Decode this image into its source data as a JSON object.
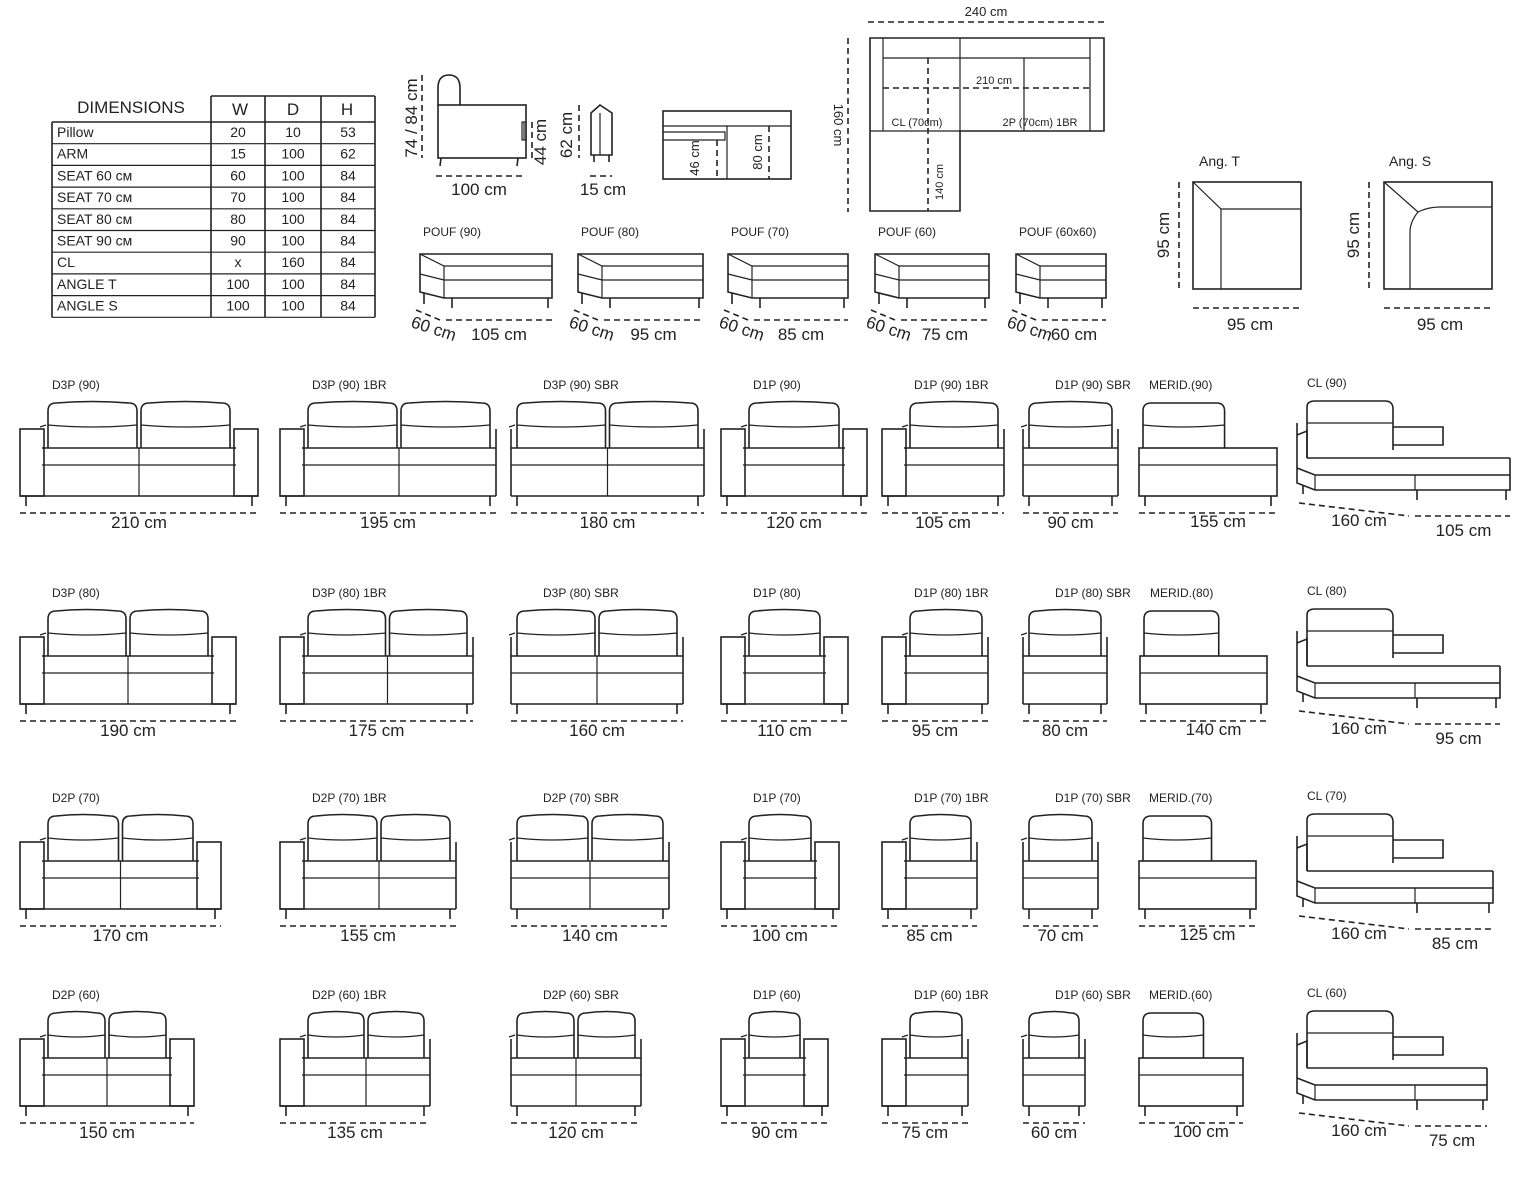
{
  "table": {
    "title": "DIMENSIONS",
    "columns": [
      "W",
      "D",
      "H"
    ],
    "rows": [
      {
        "name": "Pillow",
        "w": "20",
        "d": "10",
        "h": "53"
      },
      {
        "name": "ARM",
        "w": "15",
        "d": "100",
        "h": "62"
      },
      {
        "name": "SEAT 60 см",
        "w": "60",
        "d": "100",
        "h": "84"
      },
      {
        "name": "SEAT 70 см",
        "w": "70",
        "d": "100",
        "h": "84"
      },
      {
        "name": "SEAT 80 см",
        "w": "80",
        "d": "100",
        "h": "84"
      },
      {
        "name": "SEAT 90 см",
        "w": "90",
        "d": "100",
        "h": "84"
      },
      {
        "name": "CL",
        "w": "x",
        "d": "160",
        "h": "84"
      },
      {
        "name": "ANGLE T",
        "w": "100",
        "d": "100",
        "h": "84"
      },
      {
        "name": "ANGLE S",
        "w": "100",
        "d": "100",
        "h": "84"
      }
    ]
  },
  "side_view": {
    "height": "74 / 84 cm",
    "seat_height": "44 cm",
    "depth": "100 cm"
  },
  "arm_view": {
    "height": "62 cm",
    "width": "15 cm"
  },
  "section_view": {
    "seat": "46 cm",
    "back": "80 cm"
  },
  "corner_plan": {
    "width": "240 cm",
    "depth": "160 cm",
    "inner_width": "210 cm",
    "inner_depth": "140 cm",
    "left_label": "CL (70cm)",
    "right_label": "2P (70cm) 1BR"
  },
  "poufs": [
    {
      "label": "POUF (90)",
      "depth": "60 cm",
      "width": "105 cm"
    },
    {
      "label": "POUF (80)",
      "depth": "60 cm",
      "width": "95 cm"
    },
    {
      "label": "POUF (70)",
      "depth": "60 cm",
      "width": "85 cm"
    },
    {
      "label": "POUF (60)",
      "depth": "60 cm",
      "width": "75 cm"
    },
    {
      "label": "POUF (60x60)",
      "depth": "60 cm",
      "width": "60 cm"
    }
  ],
  "angles": [
    {
      "label": "Ang. T",
      "height": "95 cm",
      "width": "95 cm"
    },
    {
      "label": "Ang. S",
      "height": "95 cm",
      "width": "95 cm"
    }
  ],
  "rows": [
    [
      {
        "label": "D3P (90)",
        "width": "210 cm"
      },
      {
        "label": "D3P (90) 1BR",
        "width": "195 cm"
      },
      {
        "label": "D3P (90) SBR",
        "width": "180 cm"
      },
      {
        "label": "D1P (90)",
        "width": "120 cm"
      },
      {
        "label": "D1P (90) 1BR",
        "width": "105 cm"
      },
      {
        "label": "D1P (90) SBR",
        "width": "90 cm"
      },
      {
        "label": "MERID.(90)",
        "width": "155 cm"
      },
      {
        "label": "CL (90)",
        "depth": "160 cm",
        "width": "105 cm"
      }
    ],
    [
      {
        "label": "D3P (80)",
        "width": "190 cm"
      },
      {
        "label": "D3P (80) 1BR",
        "width": "175 cm"
      },
      {
        "label": "D3P (80) SBR",
        "width": "160 cm"
      },
      {
        "label": "D1P (80)",
        "width": "110 cm"
      },
      {
        "label": "D1P (80) 1BR",
        "width": "95 cm"
      },
      {
        "label": "D1P (80) SBR",
        "width": "80 cm"
      },
      {
        "label": "MERID.(80)",
        "width": "140 cm"
      },
      {
        "label": "CL (80)",
        "depth": "160 cm",
        "width": "95 cm"
      }
    ],
    [
      {
        "label": "D2P (70)",
        "width": "170 cm"
      },
      {
        "label": "D2P (70) 1BR",
        "width": "155 cm"
      },
      {
        "label": "D2P (70) SBR",
        "width": "140 cm"
      },
      {
        "label": "D1P (70)",
        "width": "100 cm"
      },
      {
        "label": "D1P (70) 1BR",
        "width": "85 cm"
      },
      {
        "label": "D1P (70) SBR",
        "width": "70 cm"
      },
      {
        "label": "MERID.(70)",
        "width": "125 cm"
      },
      {
        "label": "CL (70)",
        "depth": "160 cm",
        "width": "85 cm"
      }
    ],
    [
      {
        "label": "D2P (60)",
        "width": "150 cm"
      },
      {
        "label": "D2P (60) 1BR",
        "width": "135 cm"
      },
      {
        "label": "D2P (60) SBR",
        "width": "120 cm"
      },
      {
        "label": "D1P (60)",
        "width": "90 cm"
      },
      {
        "label": "D1P (60) 1BR",
        "width": "75 cm"
      },
      {
        "label": "D1P (60) SBR",
        "width": "60 cm"
      },
      {
        "label": "MERID.(60)",
        "width": "100 cm"
      },
      {
        "label": "CL (60)",
        "depth": "160 cm",
        "width": "75 cm"
      }
    ]
  ]
}
